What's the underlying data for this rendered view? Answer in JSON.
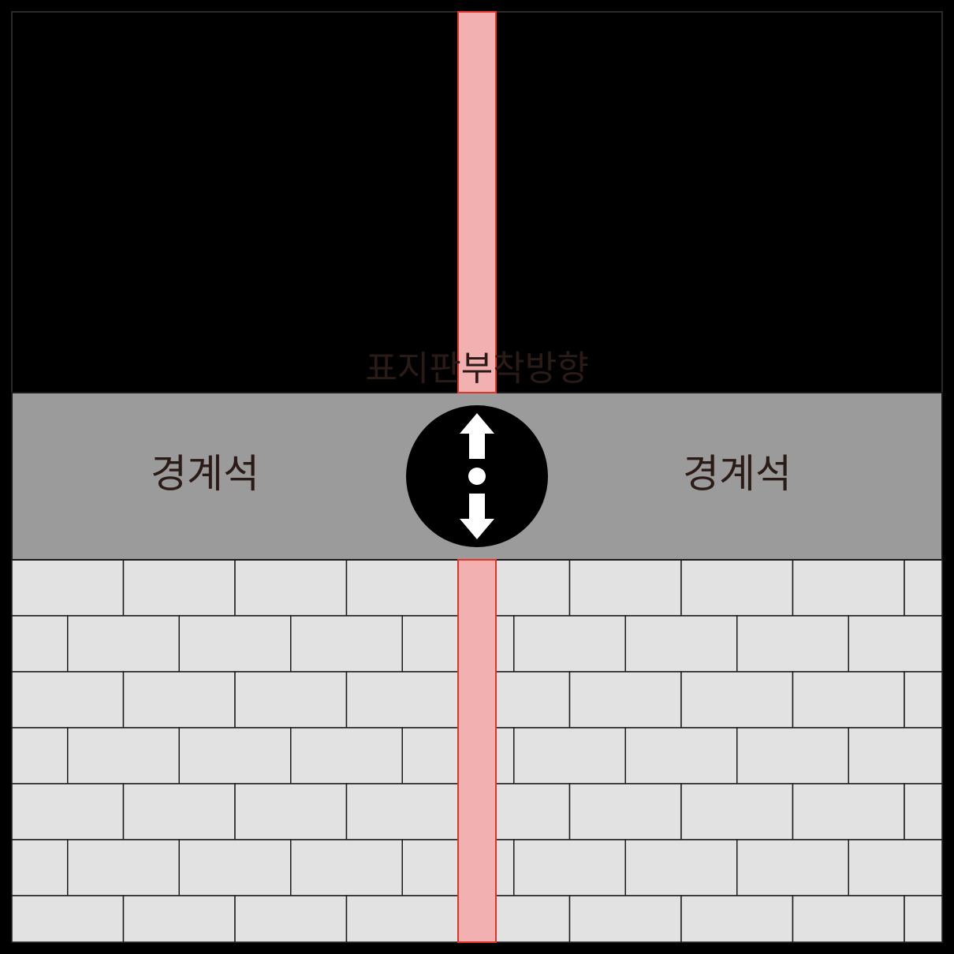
{
  "labels": {
    "direction_label": "표지판부착방향",
    "curb_left": "경계석",
    "curb_right": "경계석"
  },
  "icons": {
    "direction_marker": "up-down-arrow-with-center-dot-icon"
  },
  "colors": {
    "background": "#000000",
    "curb": "#9b9b9b",
    "paving_tile": "#e2e2e2",
    "tile_joint": "#1a1a1a",
    "guide_strip": "#f3b0b0",
    "guide_strip_edge": "#e0342a",
    "label_text": "#2b1b17",
    "marker_fill": "#000000",
    "marker_glyph": "#ffffff"
  }
}
